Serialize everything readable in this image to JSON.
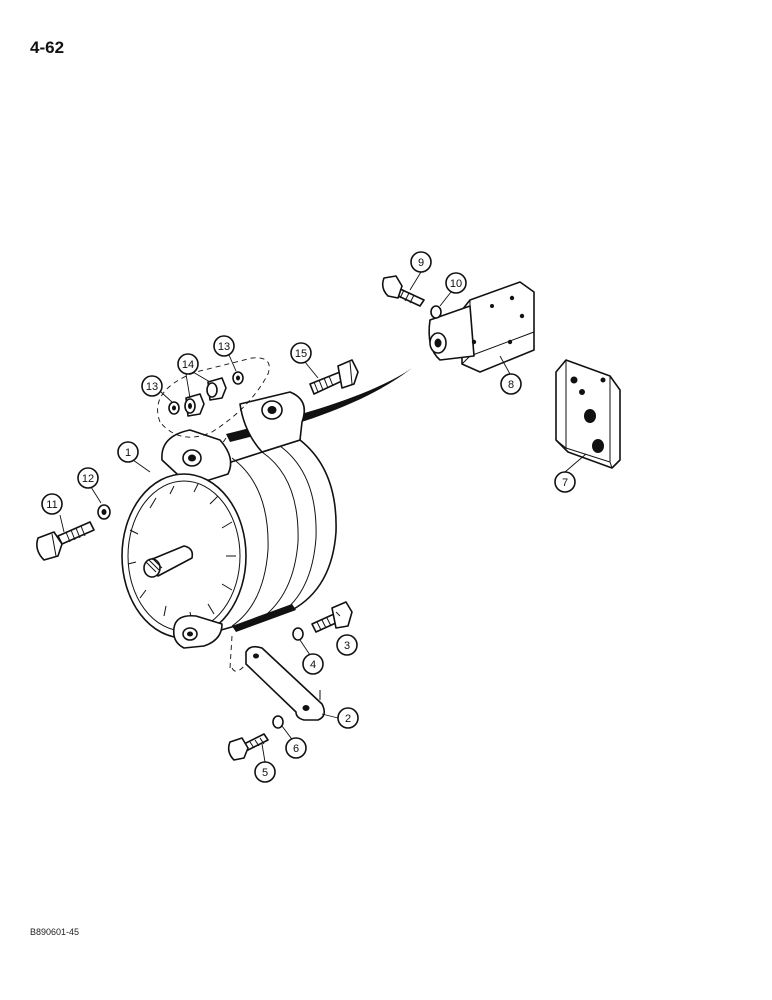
{
  "page": {
    "page_number": "4-62",
    "figure_code": "B890601-45"
  },
  "callouts": [
    {
      "id": "c1",
      "label": "1"
    },
    {
      "id": "c2",
      "label": "2"
    },
    {
      "id": "c3",
      "label": "3"
    },
    {
      "id": "c4",
      "label": "4"
    },
    {
      "id": "c5",
      "label": "5"
    },
    {
      "id": "c6",
      "label": "6"
    },
    {
      "id": "c7",
      "label": "7"
    },
    {
      "id": "c8",
      "label": "8"
    },
    {
      "id": "c9",
      "label": "9"
    },
    {
      "id": "c10",
      "label": "10"
    },
    {
      "id": "c11",
      "label": "11"
    },
    {
      "id": "c12",
      "label": "12"
    },
    {
      "id": "c13a",
      "label": "13"
    },
    {
      "id": "c13b",
      "label": "13"
    },
    {
      "id": "c14",
      "label": "14"
    },
    {
      "id": "c15",
      "label": "15"
    }
  ]
}
